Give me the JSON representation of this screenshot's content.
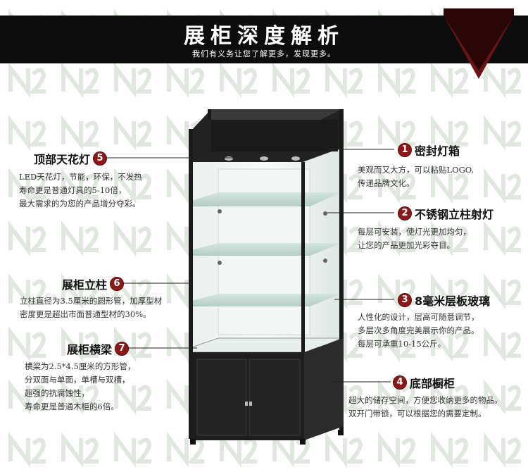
{
  "header": {
    "title": "展柜深度解析",
    "subtitle": "我们有义务让您了解更多，发现更多。"
  },
  "colors": {
    "banner": "#0d0d0d",
    "accent": "#8a1a1a",
    "cabinet_frame": "#1a1a1a"
  },
  "features": [
    {
      "num": "1",
      "title": "密封灯箱",
      "side": "right",
      "lines": [
        "美观而又大方，可以粘贴LOGO,",
        "传递品牌文化。"
      ]
    },
    {
      "num": "2",
      "title": "不锈钢立柱射灯",
      "side": "right",
      "lines": [
        "每层可安装，使灯光更加均匀，",
        "让您的产品更加光彩夺目。"
      ]
    },
    {
      "num": "3",
      "title": "8毫米层板玻璃",
      "side": "right",
      "lines": [
        "人性化的设计，层高可随意调节，",
        "多层次多角度完美展示你的产品。",
        "每层可承重10-15公斤。"
      ]
    },
    {
      "num": "4",
      "title": "底部橱柜",
      "side": "right",
      "lines": [
        "超大的储存空间，方便您收纳更多的物品。",
        "双开门带锁，可以根据您的需要定制。"
      ]
    },
    {
      "num": "5",
      "title": "顶部天花灯",
      "side": "left",
      "lines": [
        "LED天花灯，节能，环保，不发热",
        "寿命更是普通灯具的5-10倍，",
        "最大需求的为您的产品增分夺彩。"
      ]
    },
    {
      "num": "6",
      "title": "展柜立柱",
      "side": "left",
      "lines": [
        "立柱直径为3.5厘米的圆形管，加厚型材",
        "密度更是超出市面普通型材的30%。"
      ]
    },
    {
      "num": "7",
      "title": "展柜横梁",
      "side": "left",
      "lines": [
        "横梁为2.5*4.5厘米的方形管，",
        "分双面与单面，单槽与双槽，",
        "超强的抗腐蚀性，",
        "寿命更是普通木柜的6倍。"
      ]
    }
  ]
}
